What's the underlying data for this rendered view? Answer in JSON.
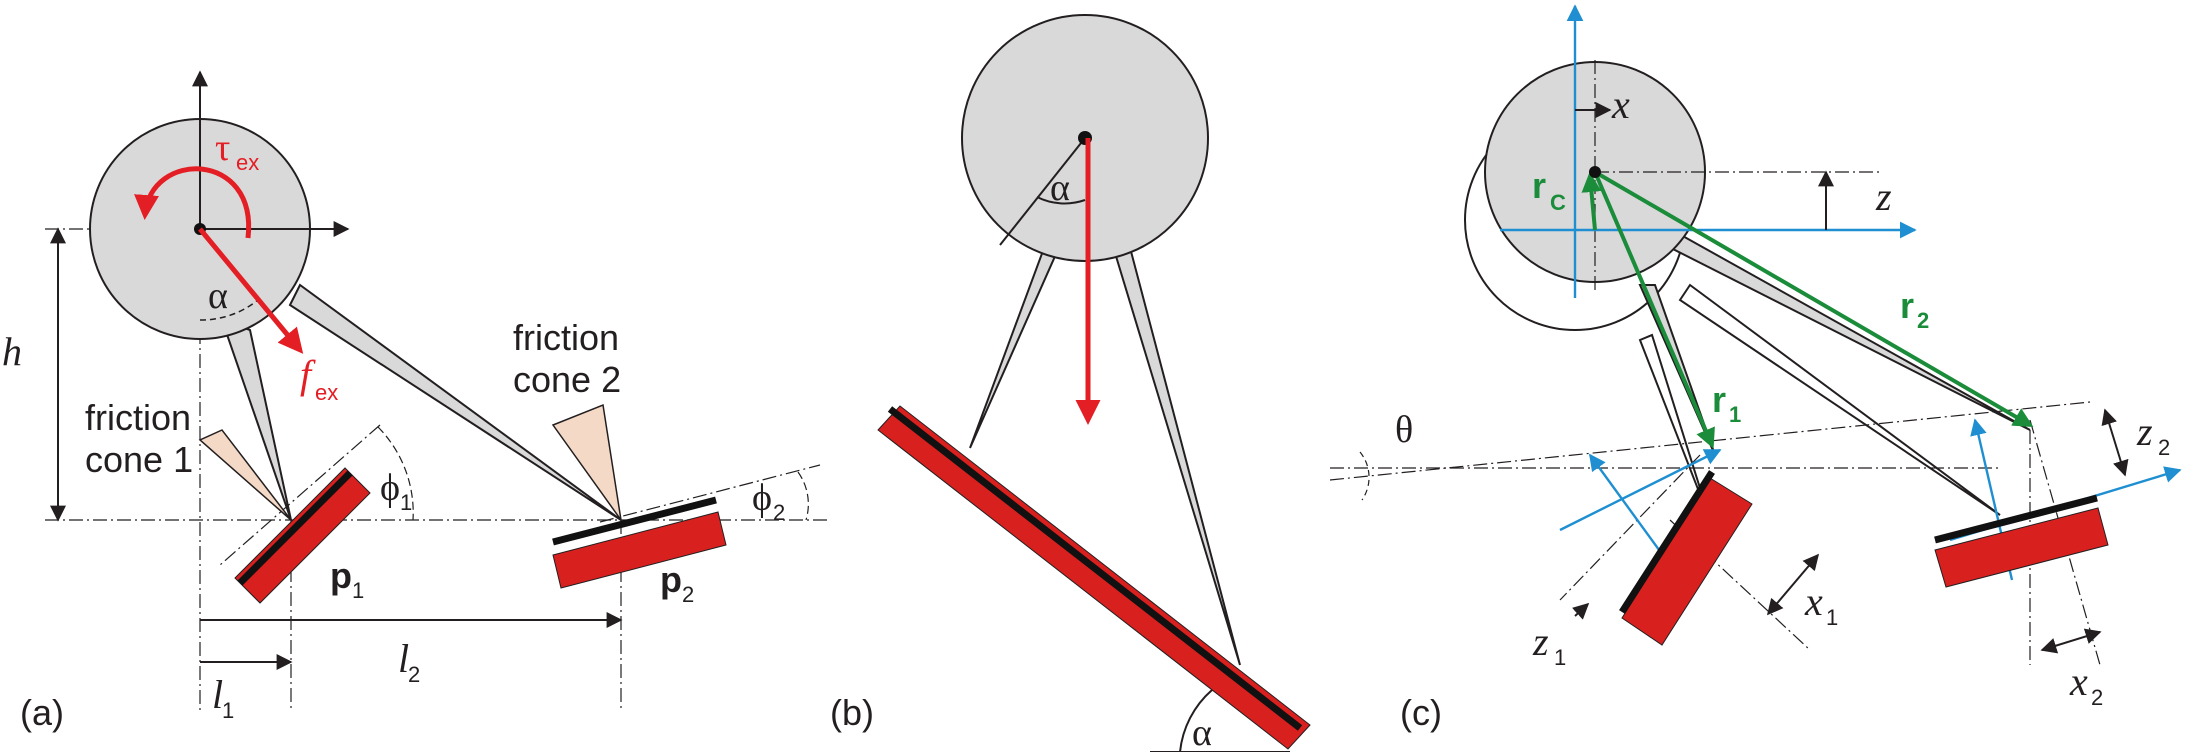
{
  "panels": {
    "a": {
      "tag": "(a)",
      "tau": "τ",
      "tau_sub": "ex",
      "alpha": "α",
      "f": "f",
      "f_sub": "ex",
      "h": "h",
      "cone1_line1": "friction",
      "cone1_line2": "cone 1",
      "cone2_line1": "friction",
      "cone2_line2": "cone 2",
      "phi1": "ϕ",
      "phi1_sub": "1",
      "phi2": "ϕ",
      "phi2_sub": "2",
      "p1": "p",
      "p1_sub": "1",
      "p2": "p",
      "p2_sub": "2",
      "l1": "l",
      "l1_sub": "1",
      "l2": "l",
      "l2_sub": "2"
    },
    "b": {
      "tag": "(b)",
      "alpha_top": "α",
      "alpha_bottom": "α"
    },
    "c": {
      "tag": "(c)",
      "x": "x",
      "z": "z",
      "rc": "r",
      "rc_sub": "C",
      "r1": "r",
      "r1_sub": "1",
      "r2": "r",
      "r2_sub": "2",
      "theta": "θ",
      "z2": "z",
      "z2_sub": "2",
      "x1": "x",
      "x1_sub": "1",
      "z1": "z",
      "z1_sub": "1",
      "x2": "x",
      "x2_sub": "2"
    }
  },
  "colors": {
    "plate": "#d8201f",
    "body": "#d9d9d9",
    "force": "#e31e24",
    "vector": "#1a8c3a",
    "frame": "#1f8fd1",
    "cone": "#f4d9c6"
  }
}
